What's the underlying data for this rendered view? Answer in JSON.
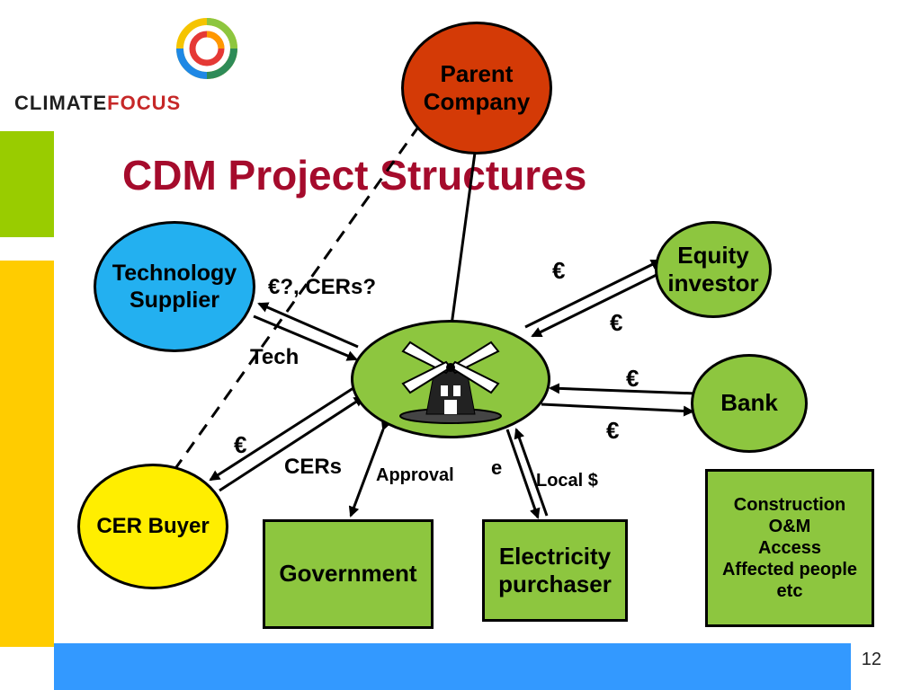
{
  "logo": {
    "word1": "CLIMATE",
    "word2": "FOCUS"
  },
  "title": "CDM Project Structures",
  "nodes": {
    "parent": "Parent\nCompany",
    "tech_supplier": "Technology\nSupplier",
    "equity": "Equity\ninvestor",
    "bank": "Bank",
    "cer_buyer": "CER Buyer",
    "government": "Government",
    "electricity": "Electricity\npurchaser",
    "others": "Construction\nO&M\nAccess\nAffected people\netc"
  },
  "labels": {
    "tech_money": "€?, CERs?",
    "tech": "Tech",
    "equity_in": "€",
    "equity_out": "€",
    "bank_in": "€",
    "bank_out": "€",
    "buyer_money": "€",
    "cers": "CERs",
    "approval": "Approval",
    "e": "e",
    "local": "Local $"
  },
  "page_number": "12",
  "colors": {
    "title": "#a50b2c",
    "green": "#8dc63f",
    "yellow": "#ffee00",
    "blue": "#3399ff",
    "red": "#d43a06",
    "cyan": "#23b0f0",
    "sidebar_green": "#99cc00",
    "sidebar_yellow": "#ffcc00"
  }
}
